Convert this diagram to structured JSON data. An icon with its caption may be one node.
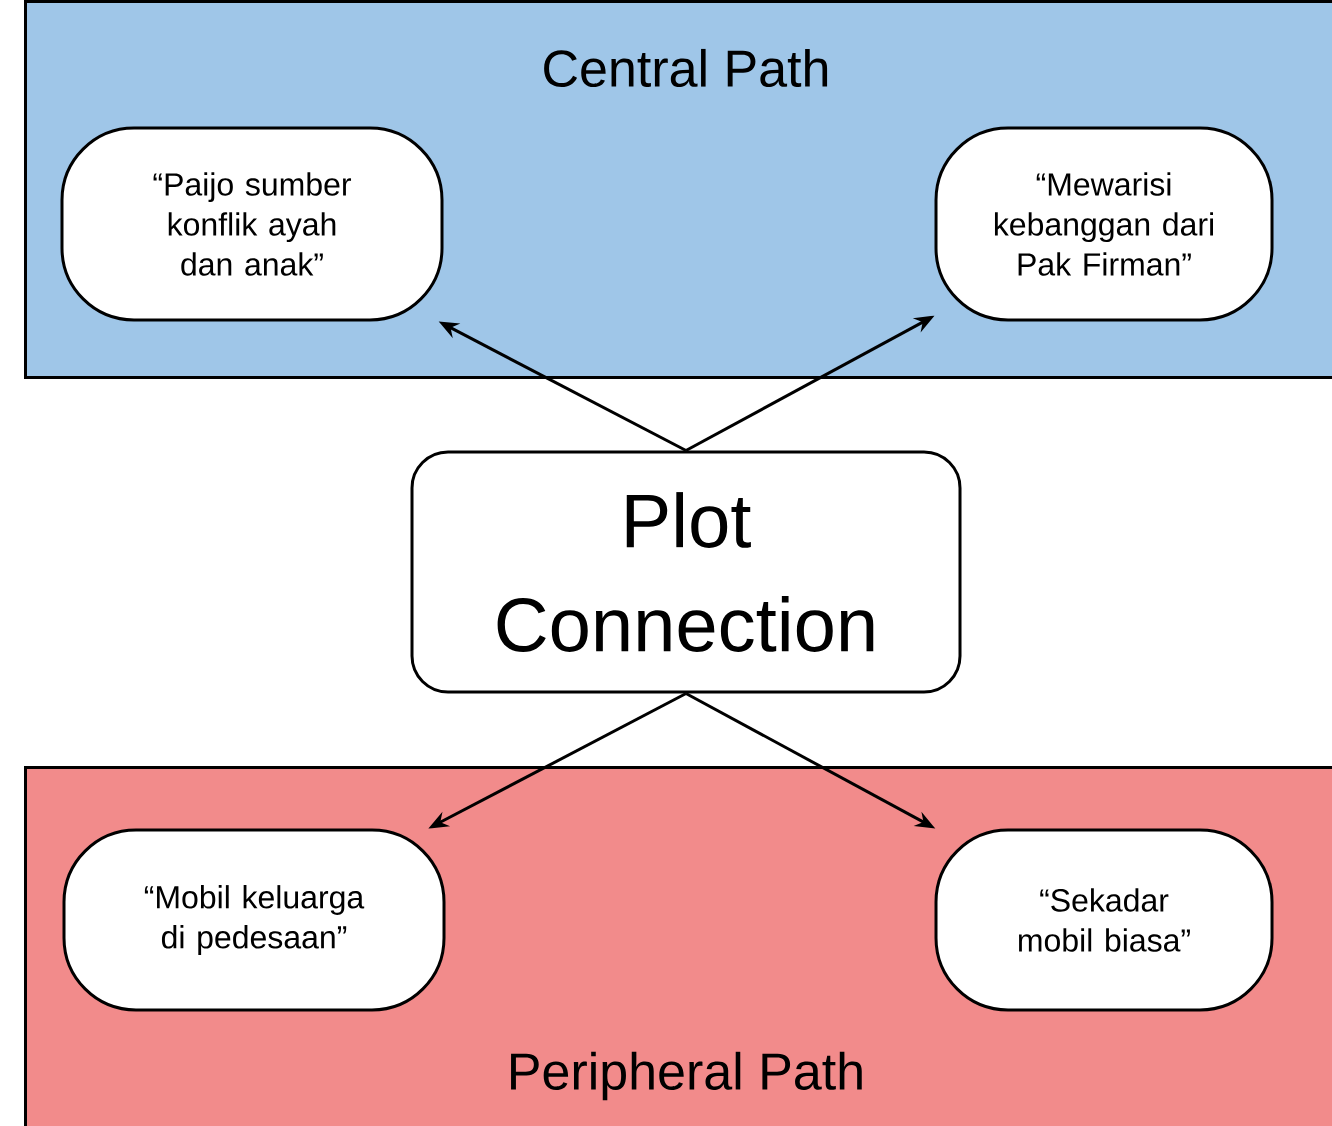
{
  "diagram": {
    "nodes": [
      {
        "text": [
          "Central Path"
        ]
      },
      {
        "text": [
          "“Paijo sumber konflik ayah dan anak”"
        ],
        "in": 0
      },
      {
        "text": [
          "“Mewarisi kebanggan dari Pak Firman”"
        ],
        "in": 0
      },
      {
        "text": [
          "Plot Connection"
        ]
      },
      {
        "text": [
          "Peripheral Path"
        ]
      },
      {
        "text": [
          "“Mobil keluarga di pedesaan”"
        ],
        "in": 4
      },
      {
        "text": [
          "“Sekadar mobil biasa”"
        ],
        "in": 4
      }
    ],
    "edges": [
      {
        "from": 3,
        "to": 1,
        "arrow": "to"
      },
      {
        "from": 3,
        "to": 2,
        "arrow": "to"
      },
      {
        "from": 3,
        "to": 5,
        "arrow": "to"
      },
      {
        "from": 3,
        "to": 6,
        "arrow": "to"
      }
    ]
  }
}
